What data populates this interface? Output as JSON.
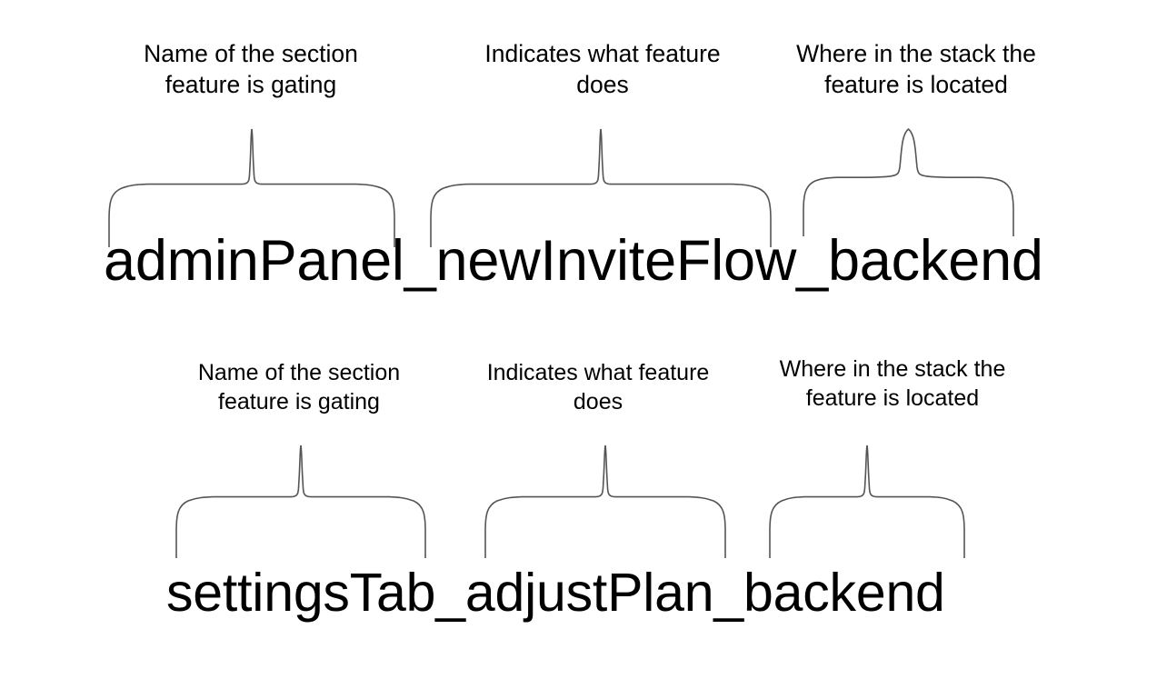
{
  "slide": {
    "background_color": "#ffffff",
    "text_color": "#000000",
    "brace_color": "#555555"
  },
  "examples": [
    {
      "identifier": "adminPanel_newInviteFlow_backend",
      "segments": [
        {
          "token": "adminPanel",
          "caption": "Name of the section\nfeature is gating"
        },
        {
          "token": "newInviteFlow",
          "caption": "Indicates what feature\ndoes"
        },
        {
          "token": "backend",
          "caption": "Where in the stack the\nfeature is located"
        }
      ]
    },
    {
      "identifier": "settingsTab_adjustPlan_backend",
      "segments": [
        {
          "token": "settingsTab",
          "caption": "Name of the section\nfeature is gating"
        },
        {
          "token": "adjustPlan",
          "caption": "Indicates what feature\ndoes"
        },
        {
          "token": "backend",
          "caption": "Where in the stack the\nfeature is located"
        }
      ]
    }
  ]
}
